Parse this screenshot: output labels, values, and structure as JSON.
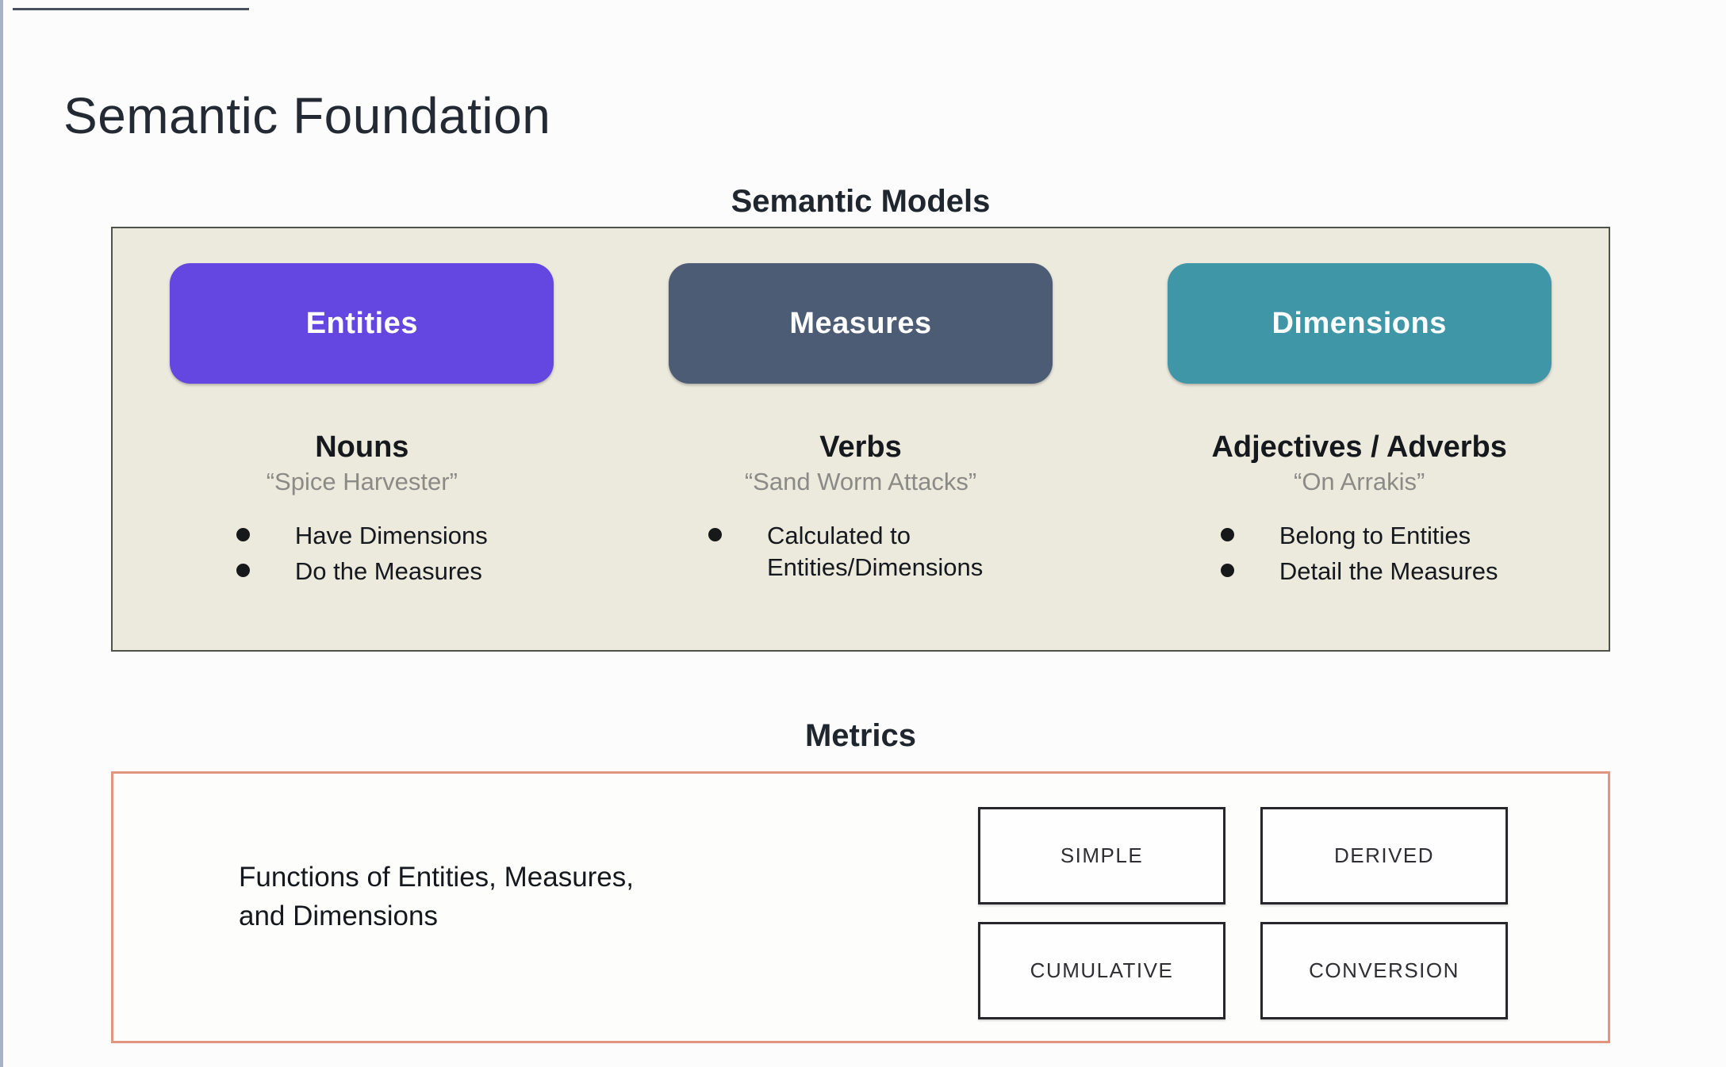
{
  "slide": {
    "title": "Semantic Foundation"
  },
  "semantic_models": {
    "heading": "Semantic Models",
    "columns": [
      {
        "pill": "Entities",
        "pill_color": "#6447e0",
        "category": "Nouns",
        "example": "“Spice Harvester”",
        "bullets": [
          "Have Dimensions",
          "Do the Measures"
        ]
      },
      {
        "pill": "Measures",
        "pill_color": "#4d5c75",
        "category": "Verbs",
        "example": "“Sand Worm Attacks”",
        "bullets": [
          "Calculated to Entities/Dimensions"
        ]
      },
      {
        "pill": "Dimensions",
        "pill_color": "#3e96a6",
        "category": "Adjectives / Adverbs",
        "example": "“On Arrakis”",
        "bullets": [
          "Belong to Entities",
          "Detail the Measures"
        ]
      }
    ]
  },
  "metrics": {
    "heading": "Metrics",
    "description": "Functions of Entities, Measures,\nand Dimensions",
    "types": [
      "SIMPLE",
      "DERIVED",
      "CUMULATIVE",
      "CONVERSION"
    ]
  },
  "colors": {
    "page_background": "#fbfcfb",
    "models_box_background": "#ece9dd",
    "models_box_border": "#4d524b",
    "metrics_box_border": "#e0957e",
    "entities_pill": "#6447e0",
    "measures_pill": "#4d5c75",
    "dimensions_pill": "#3e96a6"
  }
}
